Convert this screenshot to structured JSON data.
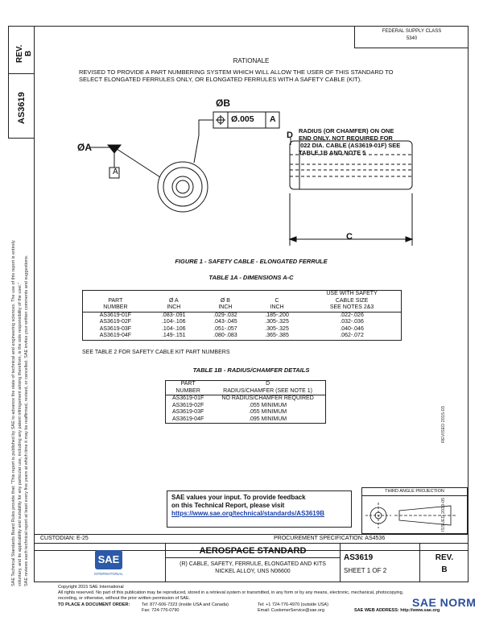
{
  "margin": {
    "rev_label": "REV.",
    "rev_letter": "B",
    "doc_number": "AS3619",
    "left_notice_1": "SAE Technical Standards Board Rules provide that: \"This report is published by SAE to advance the state of technical and engineering sciences. The use of this report is entirely",
    "left_notice_2": "voluntary, and its applicability and suitability for any particular use, including any patent infringement arising therefrom, is the sole responsibility of the user.\"",
    "left_notice_3": "SAE reviews each technical report at least every five years at which time it may be reaffirmed, revised, or cancelled. SAE invites your written comments and suggestions.",
    "right_issue": "ISSUED 2010-05",
    "right_revised": "REVISED 2015-03"
  },
  "header": {
    "fed_line1": "FEDERAL SUPPLY CLASS",
    "fed_line2": "5340"
  },
  "rationale": {
    "title": "RATIONALE",
    "text1": "REVISED TO PROVIDE A PART NUMBERING SYSTEM WHICH WILL ALLOW THE USER OF THIS STANDARD TO",
    "text2": "SELECT ELONGATED FERRULES ONLY, OR ELONGATED FERRULES WITH A SAFETY CABLE (KIT)."
  },
  "drawing": {
    "phi_b": "ØB",
    "tol_value": "Ø.005",
    "tol_datum": "A",
    "phi_a": "ØA",
    "datum_a": "A",
    "label_d": "D",
    "label_c": "C",
    "note_1": "RADIUS (OR CHAMFER) ON ONE",
    "note_2": "END ONLY.  NOT REQUIRED FOR",
    "note_3": ".022 DIA. CABLE (AS3619-01F) SEE",
    "note_4": "TABLE 1B AND NOTE 5",
    "figure_caption": "FIGURE 1 - SAFETY CABLE - ELONGATED FERRULE"
  },
  "table1a": {
    "title": "TABLE 1A - DIMENSIONS A-C",
    "headers": [
      [
        "PART",
        "NUMBER"
      ],
      [
        "Ø A",
        "INCH"
      ],
      [
        "Ø B",
        "INCH"
      ],
      [
        "C",
        "INCH"
      ],
      [
        "USE WITH SAFETY",
        "CABLE SIZE",
        "SEE NOTES 2&3"
      ]
    ],
    "rows": [
      [
        "AS3619-01F",
        ".083-.091",
        ".029-.032",
        ".185-.200",
        ".022-.026"
      ],
      [
        "AS3619-02F",
        ".104-.106",
        ".043-.045",
        ".305-.325",
        ".032-.036"
      ],
      [
        "AS3619-03F",
        ".104-.106",
        ".051-.057",
        ".305-.325",
        ".040-.046"
      ],
      [
        "AS3619-04F",
        ".149-.151",
        ".080-.083",
        ".365-.385",
        ".062-.072"
      ]
    ],
    "footnote": "SEE TABLE 2 FOR SAFETY CABLE KIT PART NUMBERS"
  },
  "table1b": {
    "title": "TABLE 1B - RADIUS/CHAMFER DETAILS",
    "headers": [
      [
        "PART",
        "NUMBER"
      ],
      [
        "D",
        "RADIUS/CHAMFER (SEE NOTE 1)"
      ]
    ],
    "rows": [
      [
        "AS3619-01F",
        "NO RADIUS/CHAMFER REQUIRED"
      ],
      [
        "AS3619-02F",
        ".055 MINIMUM"
      ],
      [
        "AS3619-03F",
        ".055 MINIMUM"
      ],
      [
        "AS3619-04F",
        ".095 MINIMUM"
      ]
    ]
  },
  "feedback": {
    "line1": "SAE values your input. To provide feedback",
    "line2": "on this Technical Report, please visit",
    "link": "https://www.sae.org/technical/standards/AS3619B"
  },
  "projection": {
    "title": "THIRD ANGLE PROJECTION"
  },
  "title_block": {
    "custodian": "CUSTODIAN: E-25",
    "procurement": "PROCUREMENT SPECIFICATION: AS4536",
    "sae_logo": "SAE",
    "sae_sub": "INTERNATIONAL",
    "standard": "AEROSPACE STANDARD",
    "desc1": "(R) CABLE, SAFETY, FERRULE, ELONGATED AND KITS",
    "desc2": "NICKEL ALLOY, UNS N06600",
    "doc": "AS3619",
    "sheet": "SHEET 1 OF 2",
    "rev_label": "REV.",
    "rev_letter": "B"
  },
  "footer": {
    "copyright": "Copyright 2015 SAE International",
    "rights1": "All rights reserved. No part of this publication may be reproduced, stored in a retrieval system or transmitted, in any form or by any means, electronic, mechanical, photocopying,",
    "rights2": "recording, or otherwise, without the prior written permission of SAE.",
    "order": "TO PLACE A DOCUMENT ORDER:",
    "tel1": "Tel:  877-606-7323 (inside USA and Canada)",
    "tel2": "Tel:  +1 724-776-4970 (outside USA)",
    "fax": "Fax: 724-776-0790",
    "email": "Email: CustomerService@sae.org",
    "web": "SAE WEB ADDRESS:  http://www.sae.org"
  },
  "watermark": "SAE NORM"
}
